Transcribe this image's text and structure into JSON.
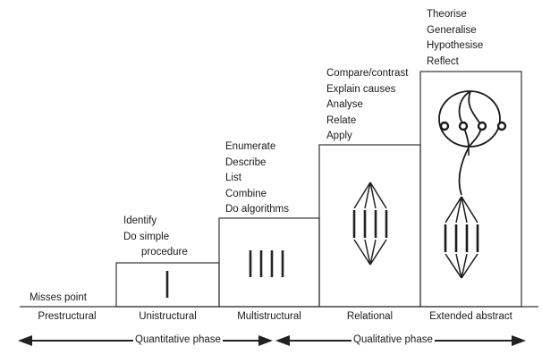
{
  "title": "SOLO taxonomy",
  "levels": [
    {
      "name": "Prestructural",
      "verbs": [
        "Misses point"
      ]
    },
    {
      "name": "Unistructural",
      "verbs": [
        "Identify",
        "Do simple",
        "procedure"
      ]
    },
    {
      "name": "Multistructural",
      "verbs": [
        "Enumerate",
        "Describe",
        "List",
        "Combine",
        "Do algorithms"
      ]
    },
    {
      "name": "Relational",
      "verbs": [
        "Compare/contrast",
        "Explain causes",
        "Analyse",
        "Relate",
        "Apply"
      ]
    },
    {
      "name": "Extended abstract",
      "verbs": [
        "Theorise",
        "Generalise",
        "Hypothesise",
        "Reflect"
      ]
    }
  ],
  "phases": [
    {
      "label": "Quantitative phase"
    },
    {
      "label": "Qualitative phase"
    }
  ],
  "icons": {
    "unistructural": "single-bar-icon",
    "multistructural": "four-bars-icon",
    "relational": "connected-bars-icon",
    "extended_abstract": "extended-network-icon"
  },
  "colors": {
    "line": "#333333",
    "text": "#1a1a1a",
    "background": "#ffffff"
  }
}
